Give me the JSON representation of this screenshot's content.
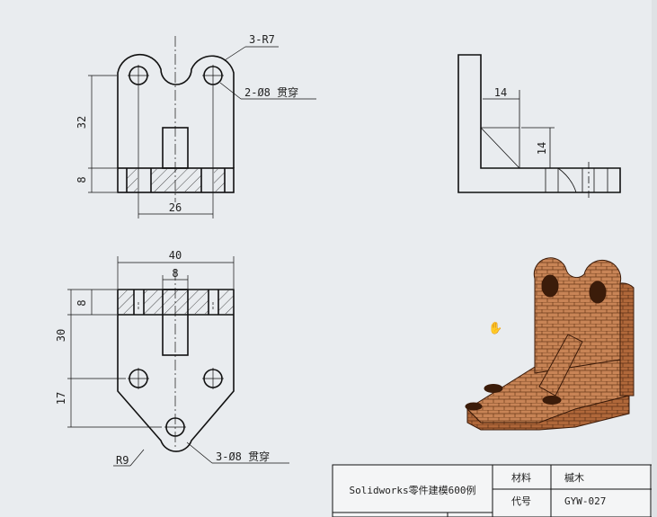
{
  "front_view": {
    "radius_callout": "3-R7",
    "hole_callout": "2-Ø8 贯穿",
    "dim_height": "32",
    "dim_base": "8",
    "dim_hole_spacing": "26"
  },
  "side_view": {
    "dim_horizontal": "14",
    "dim_vertical": "14"
  },
  "top_view": {
    "dim_width": "40",
    "dim_rib": "8",
    "dim_base": "8",
    "dim_30": "30",
    "dim_17": "17",
    "dim_radius": "R9",
    "hole_callout": "3-Ø8 贯穿"
  },
  "title_block": {
    "title": "Solidworks零件建模600例",
    "material_label": "材料",
    "material_value": "槭木",
    "code_label": "代号",
    "code_value": "GYW-027"
  },
  "colors": {
    "background": "#e9ecef",
    "line": "#111111",
    "model_fill": "#b0683a",
    "model_dark": "#6e3a1c"
  }
}
